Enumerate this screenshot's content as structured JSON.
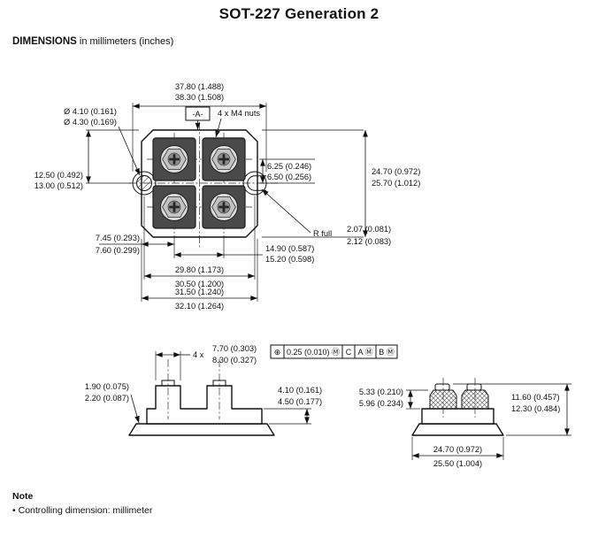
{
  "title": "SOT-227 Generation 2",
  "subtitle": {
    "label": "DIMENSIONS",
    "rest": " in millimeters (inches)"
  },
  "top_view": {
    "overall_width": [
      "37.80 (1.488)",
      "38.30 (1.508)"
    ],
    "hole_diameter": [
      "Ø 4.10 (0.161)",
      "Ø 4.30 (0.169)"
    ],
    "datum_a": "-A-",
    "nuts_label": "4 x M4 nuts",
    "row_offset": [
      "6.25 (0.246)",
      "6.50 (0.256)"
    ],
    "body_depth": [
      "24.70 (0.972)",
      "25.70 (1.012)"
    ],
    "hole_offset": [
      "12.50 (0.492)",
      "13.00 (0.512)"
    ],
    "slot_radius_label": "R full",
    "slot_width": [
      "2.07 (0.081)",
      "2.12 (0.083)"
    ],
    "terminal_edge_offset": [
      "7.45 (0.293)",
      "7.60 (0.299)"
    ],
    "terminal_pitch": [
      "14.90 (0.587)",
      "15.20 (0.598)"
    ],
    "hole_pitch": [
      "29.80 (1.173)",
      "30.50 (1.200)"
    ],
    "base_width": [
      "31.50 (1.240)",
      "32.10 (1.264)"
    ]
  },
  "front_view": {
    "count_prefix": "4 x",
    "tower_width": [
      "7.70 (0.303)",
      "8.30 (0.327)"
    ],
    "base_thickness": [
      "1.90 (0.075)",
      "2.20 (0.087)"
    ],
    "body_height": [
      "4.10 (0.161)",
      "4.50 (0.177)"
    ]
  },
  "tolerance_frame": {
    "cells": [
      "⊕",
      "0.25 (0.010) Ⓜ",
      "C",
      "A Ⓜ",
      "B Ⓜ"
    ]
  },
  "side_view": {
    "nut_height": [
      "5.33 (0.210)",
      "5.96 (0.234)"
    ],
    "overall_height": [
      "11.60 (0.457)",
      "12.30 (0.484)"
    ],
    "overall_width": [
      "24.70 (0.972)",
      "25.50 (1.004)"
    ]
  },
  "note": {
    "heading": "Note",
    "bullet": "•",
    "items": [
      "Controlling dimension: millimeter"
    ]
  }
}
